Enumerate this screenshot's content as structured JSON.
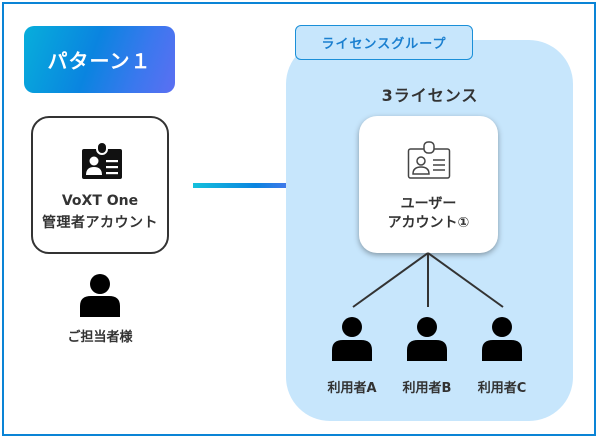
{
  "pattern": {
    "label": "パターン１"
  },
  "admin": {
    "line1": "VoXT One",
    "line2": "管理者アカウント",
    "icon": "id-badge-filled-icon"
  },
  "owner": {
    "label": "ご担当者様",
    "icon": "person-icon"
  },
  "arrow": {
    "icon": "gradient-arrow-right-icon"
  },
  "license_group": {
    "tag": "ライセンスグループ",
    "count_label": "3ライセンス",
    "user_account": {
      "line1": "ユーザー",
      "line2": "アカウント①",
      "icon": "id-badge-outline-icon"
    },
    "users": [
      {
        "label": "利用者A",
        "icon": "person-icon"
      },
      {
        "label": "利用者B",
        "icon": "person-icon"
      },
      {
        "label": "利用者C",
        "icon": "person-icon"
      }
    ]
  },
  "colors": {
    "frame": "#0a84d6",
    "group_bg": "#c7e6fc",
    "tag_text": "#1a7fcf",
    "badge_gradient_start": "#07aedb",
    "badge_gradient_end": "#5c6ff2",
    "text": "#333333"
  }
}
